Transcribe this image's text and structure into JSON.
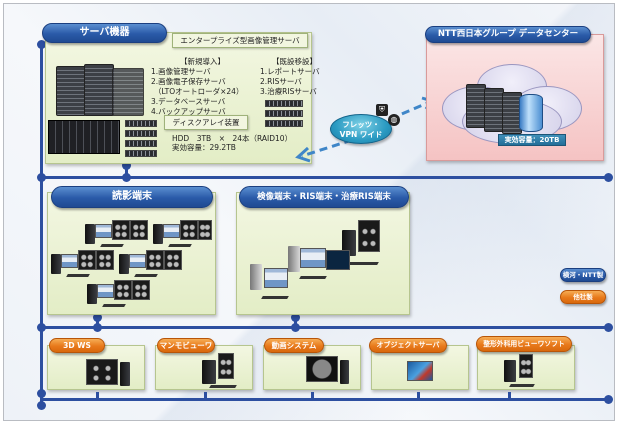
{
  "colors": {
    "bus": "#2d4fa0",
    "pill_blue": "#2a5aa8",
    "pill_orange": "#e8791b",
    "green_box": "#e3edc6",
    "pink_box": "#f5c3c3",
    "vpn": "#2a9ac2"
  },
  "server_section": {
    "title": "サーバ機器",
    "enterprise_label": "エンタープライズ型画像管理サーバ",
    "new_install": {
      "heading": "【新規導入】",
      "items": [
        "1.画像管理サーバ",
        "2.画像電子保存サーバ",
        "（LTOオートローダ×24）",
        "3.データベースサーバ",
        "4.バックアップサーバ"
      ]
    },
    "existing_migration": {
      "heading": "【既設移設】",
      "items": [
        "1.レポートサーバ",
        "2.RISサーバ",
        "3.治療RISサーバ"
      ]
    },
    "disk_array_label": "ディスクアレイ装置",
    "disk_spec": "HDD　3TB　×　24本（RAID10）",
    "disk_capacity": "実効容量：29.2TB"
  },
  "vpn": {
    "label_line1": "フレッツ・",
    "label_line2": "VPN ワイド"
  },
  "datacenter": {
    "title": "NTT西日本グループ データセンター",
    "capacity": "実効容量：20TB"
  },
  "terminals": {
    "reading": {
      "title": "読影端末"
    },
    "inspection": {
      "title": "検像端末・RIS端末・治療RIS端末"
    }
  },
  "legend": [
    {
      "label": "横河・NTT製",
      "color": "blue"
    },
    {
      "label": "他社製",
      "color": "orange"
    }
  ],
  "third_party_systems": [
    {
      "label": "3D WS"
    },
    {
      "label": "マンモビューワ"
    },
    {
      "label": "動画システム"
    },
    {
      "label": "オブジェクトサーバ"
    },
    {
      "label": "整形外科用ビューワソフト"
    }
  ]
}
